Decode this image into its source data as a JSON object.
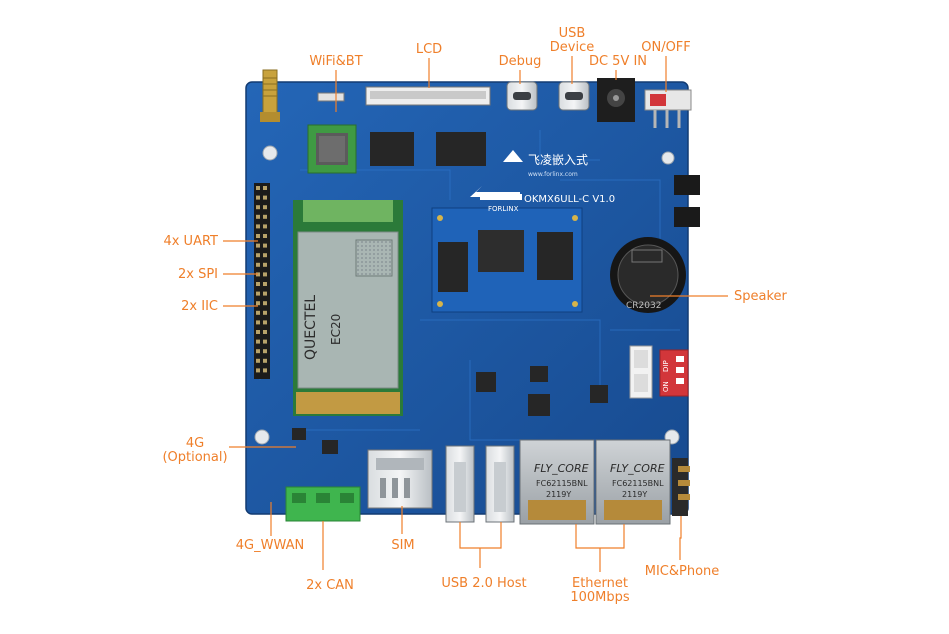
{
  "colors": {
    "callout": "#ef7f2a",
    "board": "#1f5fae",
    "board_dark": "#17498a",
    "module_green": "#3e9a3c",
    "module_gray": "#a9b6b3",
    "copper": "#b58a3a",
    "header_black": "#1b1b1b",
    "terminal_green": "#3fb54e",
    "switch_red": "#d2363a"
  },
  "labels": {
    "wifi_bt": "WiFi&BT",
    "lcd": "LCD",
    "debug": "Debug",
    "usb_device_line1": "USB",
    "usb_device_line2": "Device",
    "dc_in": "DC 5V IN",
    "on_off": "ON/OFF",
    "uart": "4x UART",
    "spi": "2x SPI",
    "iic": "2x IIC",
    "speaker": "Speaker",
    "g4_line1": "4G",
    "g4_line2": "(Optional)",
    "g4_wwan": "4G_WWAN",
    "sim": "SIM",
    "usb_host": "USB 2.0 Host",
    "ethernet_line1": "Ethernet",
    "ethernet_line2": "100Mbps",
    "mic_phone": "MIC&Phone",
    "can": "2x CAN"
  },
  "board_text": {
    "model": "OKMX6ULL-C V1.0",
    "brand_cn": "飞凌嵌入式",
    "brand_site": "www.forlinx.com",
    "som_brand": "FORLINX",
    "eth_brand": "FLY_CORE",
    "eth_part": "FC62115BNL",
    "eth_code": "2119Y",
    "battery": "CR2032",
    "switch_on": "ON",
    "switch_dip": "DIP",
    "module_name": "EC20",
    "module_vendor": "QUECTEL"
  },
  "icons": {
    "antenna": "sma-antenna-icon",
    "logo": "forlinx-logo-icon"
  }
}
